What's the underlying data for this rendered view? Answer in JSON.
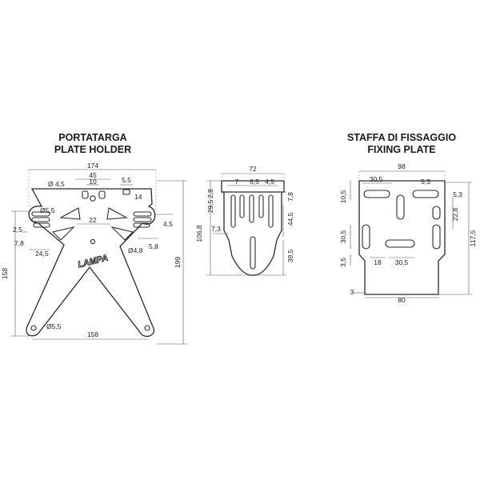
{
  "plate_holder": {
    "title_it": "PORTATARGA",
    "title_en": "PLATE HOLDER",
    "logo": "LAMPA",
    "dims": {
      "width_top": "174",
      "d45": "45",
      "d10": "10",
      "d5_5_top": "5,5",
      "hole_4_5": "Ø 4,5",
      "d14": "14",
      "hole_5_5_left": "Ø5,5",
      "d22": "22",
      "d4_5_right": "4,5",
      "d2_5": "2,5",
      "d7_8": "7,8",
      "d24_5": "24,5",
      "d5_8": "5,8",
      "hole_4_8": "Ø4,8",
      "height_158": "158",
      "height_199": "199",
      "hole_5_5_bottom": "Ø5,5",
      "width_bottom": "158"
    }
  },
  "fixing_plate": {
    "title_it": "STAFFA DI FISSAGGIO",
    "title_en": "FIXING PLATE",
    "dims": {
      "width_98": "98",
      "d30_5_top": "30,5",
      "d5_3_top": "5,3",
      "d5_3_right": "5,3",
      "d10_5": "10,5",
      "d22_8": "22,8",
      "d30_5_left": "30,5",
      "height_117_5": "117,5",
      "d3_5": "3,5",
      "d18": "18",
      "d30_5_bottom": "30,5",
      "d3": "3",
      "width_80": "80"
    }
  },
  "side_bracket": {
    "dims": {
      "width_72": "72",
      "d7": "7",
      "d6_5": "6,5",
      "d4_5": "4,5",
      "d29_5": "29,5",
      "d2_8": "2,8",
      "d7_8": "7,8",
      "d106_8": "106,8",
      "d7_3": "7,3",
      "d44_5": "44,5",
      "d39_5": "39,5"
    }
  }
}
